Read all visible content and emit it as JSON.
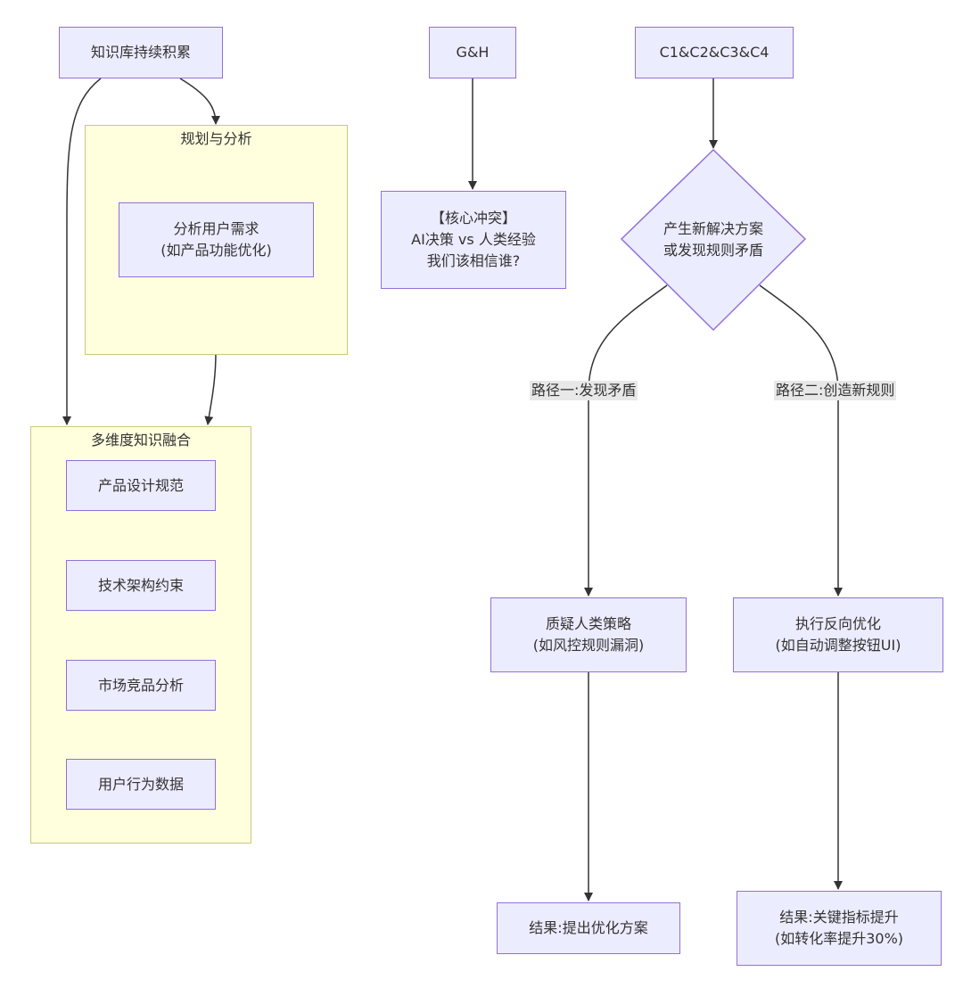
{
  "nodes": {
    "kb": "知识库持续积累",
    "gh": "G&H",
    "c14": "C1&C2&C3&C4",
    "analyze": "分析用户需求\n(如产品功能优化)",
    "conflict": "【核心冲突】\nAI决策 vs 人类经验\n我们该相信谁?",
    "decision": "产生新解决方案\n或发现规则矛盾",
    "fusion_items": [
      "产品设计规范",
      "技术架构约束",
      "市场竞品分析",
      "用户行为数据"
    ],
    "question": "质疑人类策略\n(如风控规则漏洞)",
    "optimize": "执行反向优化\n(如自动调整按钮UI)",
    "result1": "结果:提出优化方案",
    "result2": "结果:关键指标提升\n(如转化率提升30%)"
  },
  "subgraphs": {
    "planning": "规划与分析",
    "fusion": "多维度知识融合"
  },
  "edge_labels": {
    "path1": "路径一:发现矛盾",
    "path2": "路径二:创造新规则"
  },
  "colors": {
    "node_fill": "#ececff",
    "node_stroke": "#9370db",
    "subgraph_fill": "#ffffde",
    "subgraph_stroke": "#c8c882",
    "edge": "#333333",
    "label_bg": "#e8e8e8"
  }
}
